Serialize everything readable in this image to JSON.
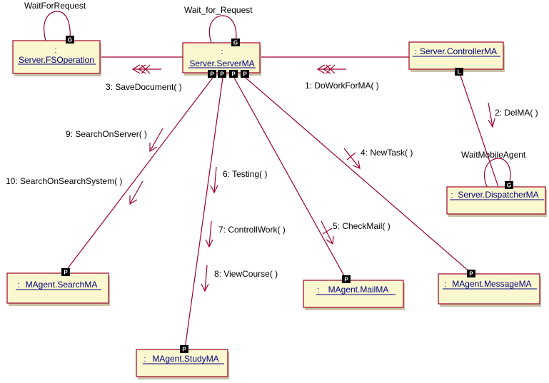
{
  "objects": {
    "fsoperation": {
      "prefix": ":",
      "name": "Server.FSOperation",
      "badge": "G",
      "loop": "WaitForRequest"
    },
    "servermа": null,
    "serverma": {
      "prefix": ":",
      "name": "Server.ServerMA",
      "badges": [
        "P",
        "P",
        "P",
        "P"
      ],
      "top_badge": "G",
      "loop": "Wait_for_Request"
    },
    "controllerma": {
      "prefix": ":",
      "name": "Server.ControllerMA",
      "badge": "L"
    },
    "dispatcherma": {
      "prefix": ":",
      "name": "Server.DispatcherMA",
      "badge": "G",
      "loop": "WaitMobileAgent"
    },
    "searchma": {
      "prefix": ":",
      "name": "MAgent.SearchMA",
      "badge": "P"
    },
    "studyma": {
      "prefix": ":",
      "name": "MAgent.StudyMA",
      "badge": "P"
    },
    "mailma": {
      "prefix": ":",
      "name": "MAgent.MailMA",
      "badge": "P"
    },
    "messagema": {
      "prefix": ":",
      "name": "MAgent.MessageMA",
      "badge": "P"
    }
  },
  "messages": {
    "m1": "1: DoWorkForMA( )",
    "m2": "2: DelMA( )",
    "m3": "3: SaveDocument( )",
    "m4": "4: NewTask( )",
    "m5": "5: CheckMail( )",
    "m6": "6: Testing( )",
    "m7": "7: ControllWork( )",
    "m8": "8: ViewCourse( )",
    "m9": "9: SearchOnServer( )",
    "m10": "10: SearchOnSearchSystem( )"
  },
  "colors": {
    "box_fill": "#fbf7cf",
    "line": "#a0002a",
    "label": "#000080"
  }
}
